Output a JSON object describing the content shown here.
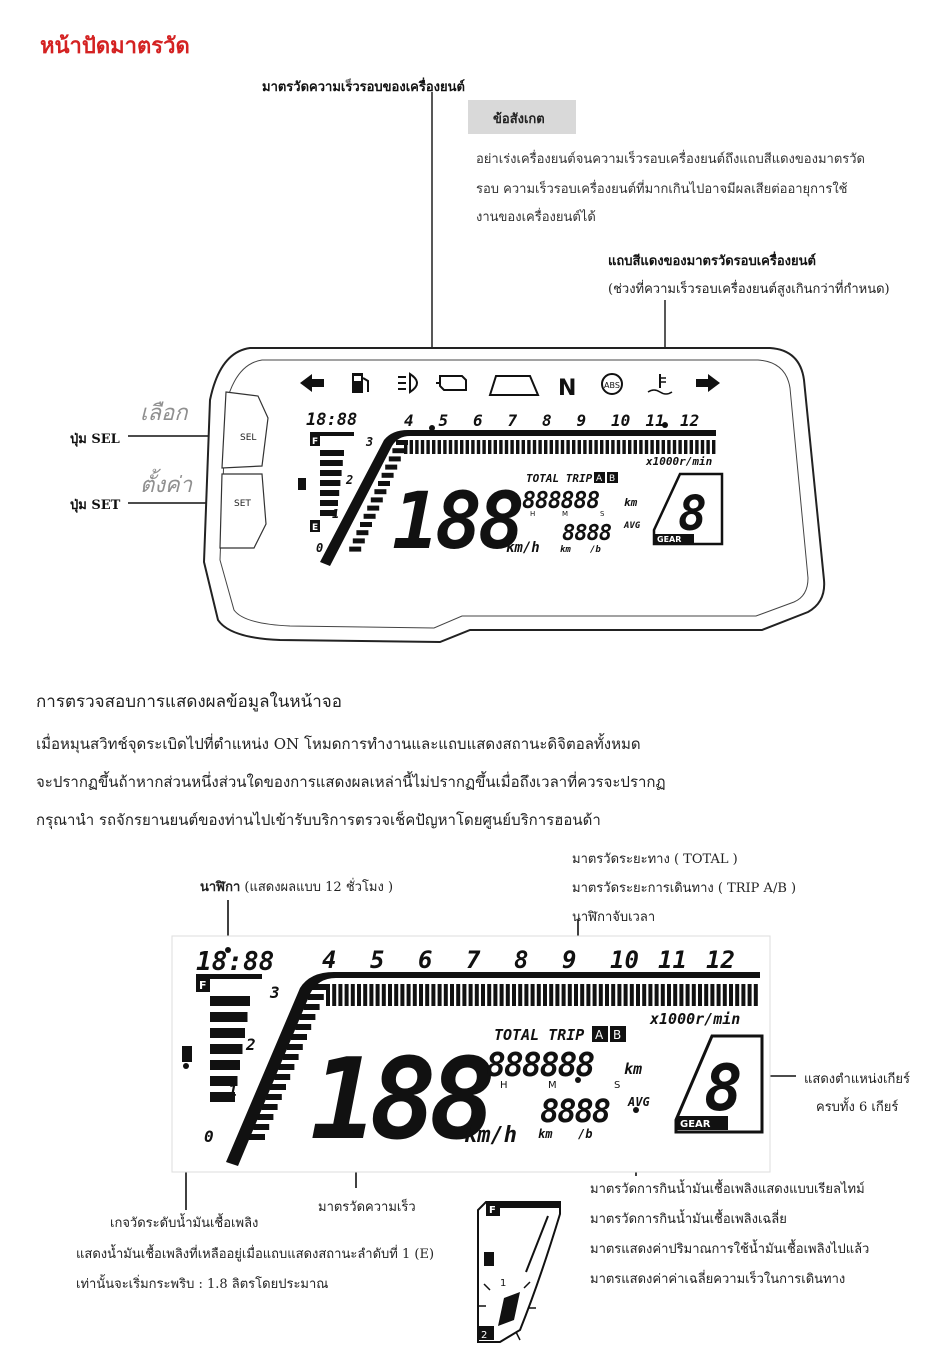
{
  "page_title": "หน้าปัดมาตรวัด",
  "top": {
    "tach_label": "มาตรวัดความเร็วรอบของเครื่องยนต์",
    "note_title": "ข้อสังเกต",
    "note_lines": [
      "อย่าเร่งเครื่องยนต์จนความเร็วรอบเครื่องยนต์ถึงแถบสีแดงของมาตรวัด",
      "รอบ ความเร็วรอบเครื่องยนต์ที่มากเกินไปอาจมีผลเสียต่ออายุการใช้",
      "งานของเครื่องยนต์ได้"
    ],
    "redzone_label": "แถบสีแดงของมาตรวัดรอบเครื่องยนต์",
    "redzone_sub": "(ช่วงที่ความเร็วรอบเครื่องยนต์สูงเกินกว่าที่กำหนด)",
    "sel_label": "ปุ่ม SEL",
    "set_label": "ปุ่ม SET",
    "handwritten_sel": "เลือก",
    "handwritten_set": "ตั้งค่า"
  },
  "cluster": {
    "clock": "18:88",
    "rpm_ticks": [
      "4",
      "5",
      "6",
      "7",
      "8",
      "9",
      "10",
      "11",
      "12"
    ],
    "rpm_unit": "x1000r/min",
    "low_ticks": [
      "3",
      "2",
      "1",
      "0"
    ],
    "fuel_f": "F",
    "fuel_e": "E",
    "speed": "188",
    "speed_unit": "km/h",
    "total_trip": "TOTAL TRIP",
    "trip_a": "A",
    "trip_b": "B",
    "odo": "888888",
    "odo_unit": "km",
    "hms": [
      "H",
      "M",
      "S"
    ],
    "avg_value": "8888",
    "avg_label": "AVG",
    "km_per": "km",
    "per_l": "/b",
    "gear": "8",
    "gear_label": "GEAR",
    "btn_sel": "SEL",
    "btn_set": "SET"
  },
  "section_heading": "การตรวจสอบการแสดงผลข้อมูลในหน้าจอ",
  "paragraph": [
    "เมื่อหมุนสวิทช์จุดระเบิดไปที่ตำแหน่ง ON โหมดการทำงานและแถบแสดงสถานะดิจิตอลทั้งหมด",
    "จะปรากฏขึ้นถ้าหากส่วนหนึ่งส่วนใดของการแสดงผลเหล่านี้ไม่ปรากฏขึ้นเมื่อถึงเวลาที่ควรจะปรากฏ",
    "กรุณานำ รถจักรยานยนต์ของท่านไปเข้ารับบริการตรวจเช็คปัญหาโดยศูนย์บริการฮอนด้า"
  ],
  "lower": {
    "clock_label_bold": "นาฬิกา",
    "clock_label_rest": " (แสดงผลแบบ 12 ชั่วโมง )",
    "odo_labels": [
      "มาตรวัดระยะทาง ( TOTAL )",
      "มาตรวัดระยะการเดินทาง ( TRIP A/B )",
      "นาฬิกาจับเวลา"
    ],
    "gear_label_lines": [
      "แสดงตำแหน่งเกียร์",
      "ครบทั้ง 6 เกียร์"
    ],
    "speed_label": "มาตรวัดความเร็ว",
    "fuel_label_lines": [
      "เกจวัดระดับน้ำมันเชื้อเพลิง",
      "แสดงน้ำมันเชื้อเพลิงที่เหลืออยู่เมื่อแถบแสดงสถานะลำดับที่ 1 (E)",
      "เท่านั้นจะเริ่มกระพริบ : 1.8 ลิตรโดยประมาณ"
    ],
    "avg_label_lines": [
      "มาตรวัดการกินน้ำมันเชื้อเพลิงแสดงแบบเรียลไทม์",
      "มาตรวัดการกินน้ำมันเชื้อเพลิงเฉลี่ย",
      "มาตรแสดงค่าปริมาณการใช้น้ำมันเชื้อเพลิงไปแล้ว",
      "มาตรแสดงค่าค่าเฉลี่ยความเร็วในการเดินทาง"
    ],
    "detail_f": "F",
    "detail_1": "1",
    "detail_2": "2"
  }
}
